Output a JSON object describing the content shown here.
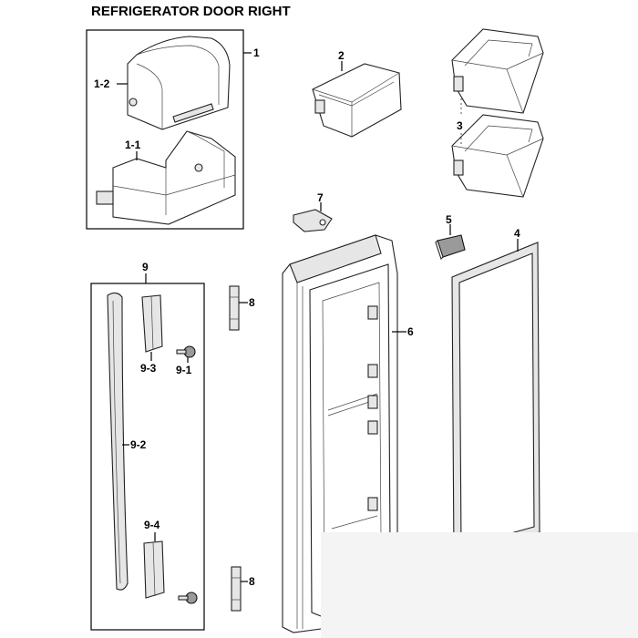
{
  "title": "REFRIGERATOR DOOR RIGHT",
  "callouts": {
    "c1": "1",
    "c1_2": "1-2",
    "c1_1": "1-1",
    "c2": "2",
    "c3": "3",
    "c4": "4",
    "c5": "5",
    "c6": "6",
    "c7": "7",
    "c8a": "8",
    "c8b": "8",
    "c9": "9",
    "c9_1": "9-1",
    "c9_2": "9-2",
    "c9_3": "9-3",
    "c9_4": "9-4"
  }
}
